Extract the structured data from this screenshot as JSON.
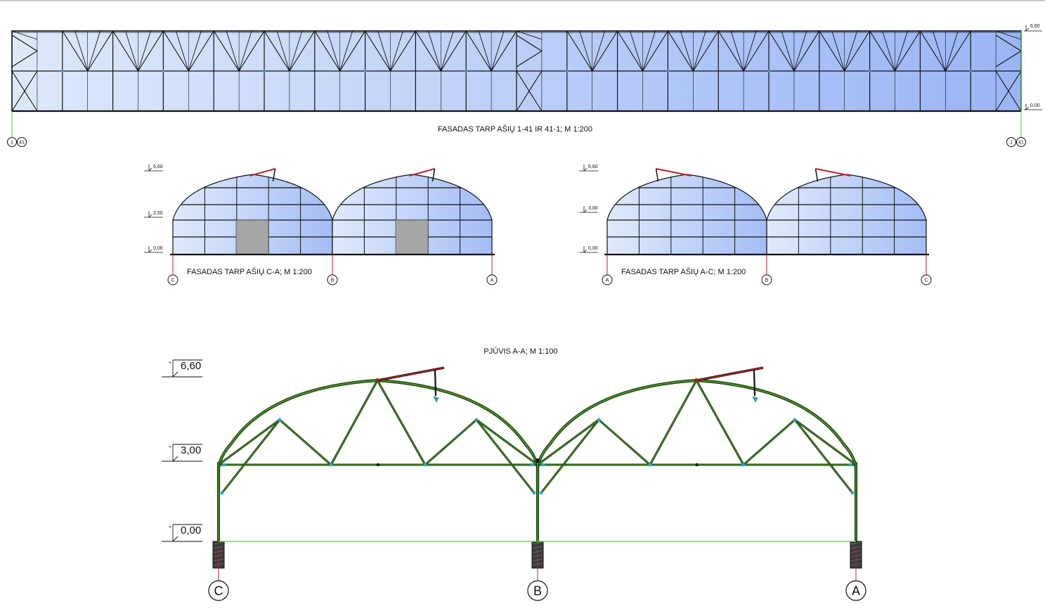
{
  "top_facade": {
    "title": "FASADAS TARP AŠIŲ 1-41 IR 41-1;  M 1:200",
    "axes_left": [
      "1",
      "41"
    ],
    "axes_right": [
      "1",
      "41"
    ],
    "levels": [
      "6,60",
      "0,00"
    ]
  },
  "left_facade": {
    "title": "FASADAS TARP AŠIŲ C-A;  M 1:200",
    "levels": [
      "6,60",
      "2,50",
      "0,00"
    ],
    "axes": [
      "C",
      "B",
      "A"
    ]
  },
  "right_facade": {
    "title": "FASADAS TARP AŠIŲ A-C;  M 1:200",
    "levels": [
      "6,60",
      "3,00",
      "0,00"
    ],
    "axes": [
      "A",
      "B",
      "C"
    ]
  },
  "section": {
    "title": "PJŪVIS A-A;  M 1:100",
    "levels": [
      "6,60",
      "3,00",
      "0,00"
    ],
    "axes": [
      "C",
      "B",
      "A"
    ]
  },
  "colors": {
    "glass_light": "#dbe9fb",
    "glass_dark": "#9ab6f6",
    "frame": "#111111",
    "truss": "#2e6b17",
    "vent": "#c0202a",
    "ground_line": "#6dbf4a",
    "door": "#a6a6a6"
  }
}
